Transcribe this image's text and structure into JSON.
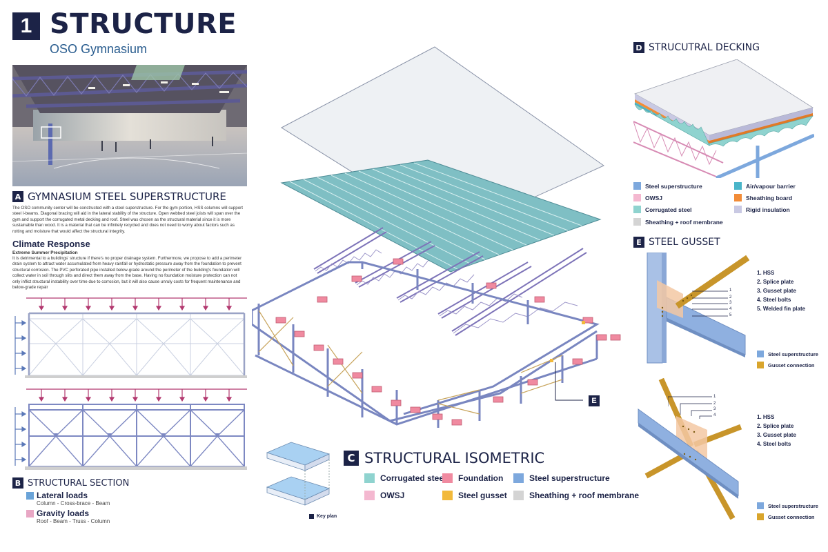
{
  "header": {
    "number": "1",
    "title": "STRUCTURE",
    "subtitle": "OSO Gymnasium"
  },
  "section_a": {
    "letter": "A",
    "title": "GYMNASIUM STEEL SUPERSTRUCTURE",
    "body": "The OSO community center will be constructed with a steel superstructure. For the gym portion, HSS columns will support steel I-beams. Diagonal bracing will aid in the lateral stability of the structure. Open webbed steel joists will span over the gym and support the corrugated metal decking and roof. Steel was chosen as the structural material since it is more sustainable than wood. It is a material that can be infinitely recycled and does not need to worry about factors such as rotting and moisture that would affect the structural integrity."
  },
  "climate": {
    "title": "Climate Response",
    "subtitle": "Extreme Summer Precipitation",
    "body": "It is detrimental to a buildings' structure if there's no proper drainage system. Furthermore, we propose to add a perimeter drain system to attract water accumulated from heavy rainfall or hydrostatic pressure away from the foundation to prevent structural corrosion. The PVC perforated pipe installed below-grade around the perimeter of the building's foundation will collect water in soil through slits and direct them away from the base. Having no foundation moisture protection can not only inflict structural instability over time due to corrosion, but it will also cause unruly costs for frequent maintenance and below-grade repair"
  },
  "section_b": {
    "letter": "B",
    "title": "STRUCTURAL SECTION",
    "loads": [
      {
        "title": "Lateral loads",
        "sub": "Column - Cross-brace - Beam",
        "color": "#6aa3d8"
      },
      {
        "title": "Gravity loads",
        "sub": "Roof - Beam - Truss - Column",
        "color": "#e8a7c4"
      }
    ]
  },
  "section_c": {
    "letter": "C",
    "title": "STRUCTURAL ISOMETRIC",
    "legend": [
      {
        "label": "Corrugated steel",
        "color": "#8fd3cf"
      },
      {
        "label": "Foundation",
        "color": "#f08aa0"
      },
      {
        "label": "Steel superstructure",
        "color": "#7da8dd"
      },
      {
        "label": "OWSJ",
        "color": "#f4b8d0"
      },
      {
        "label": "Steel gusset",
        "color": "#f2b93b"
      },
      {
        "label": "Sheathing + roof membrane",
        "color": "#d4d4d4"
      }
    ],
    "key_plan_label": "Key plan",
    "callout": "E"
  },
  "section_d": {
    "letter": "D",
    "title": "STRUCUTRAL DECKING",
    "legend": [
      {
        "label": "Steel superstructure",
        "color": "#7da8dd"
      },
      {
        "label": "Air/vapour barrier",
        "color": "#4ab5c9"
      },
      {
        "label": "OWSJ",
        "color": "#f4b8d0"
      },
      {
        "label": "Sheathing board",
        "color": "#f28c38"
      },
      {
        "label": "Corrugated steel",
        "color": "#8fd3cf"
      },
      {
        "label": "Rigid insulation",
        "color": "#c9c9e3"
      },
      {
        "label": "Sheathing + roof membrane",
        "color": "#d4d4d4"
      }
    ]
  },
  "section_e": {
    "letter": "E",
    "title": "STEEL GUSSET",
    "detail1": {
      "items": [
        "1. HSS",
        "2. Splice plate",
        "3. Gusset plate",
        "4. Steel bolts",
        "5. Welded fin plate"
      ],
      "callouts": [
        "1",
        "2",
        "3",
        "4",
        "5"
      ]
    },
    "detail2": {
      "items": [
        "1. HSS",
        "2. Splice plate",
        "3. Gusset plate",
        "4. Steel bolts"
      ],
      "callouts": [
        "1",
        "2",
        "3",
        "4"
      ]
    },
    "legend": [
      {
        "label": "Steel superstructure",
        "color": "#7da8dd"
      },
      {
        "label": "Gusset connection",
        "color": "#d9a52c"
      }
    ]
  }
}
